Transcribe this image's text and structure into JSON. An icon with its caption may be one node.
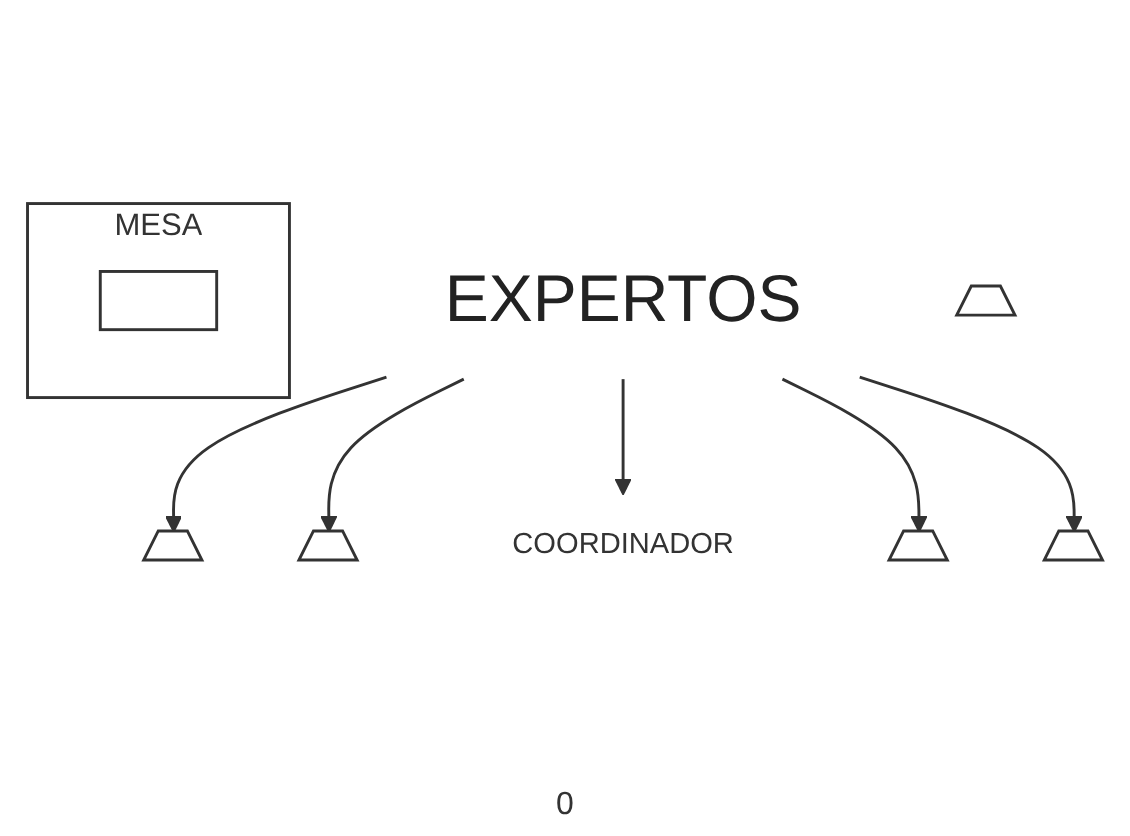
{
  "diagram": {
    "nodes": [
      {
        "text": [
          "EXPERTOS"
        ]
      },
      {
        "text": [
          "COORDINADOR"
        ]
      },
      {
        "text": [],
        "shape": "trapezoid"
      },
      {
        "text": [],
        "shape": "trapezoid"
      },
      {
        "text": [],
        "shape": "trapezoid"
      },
      {
        "text": [],
        "shape": "trapezoid"
      },
      {
        "text": [],
        "shape": "trapezoid"
      },
      {
        "text": [
          "MESA"
        ]
      },
      {
        "text": [],
        "shape": "box",
        "in": 7
      }
    ],
    "edges": [
      {
        "from": 0,
        "to": 2,
        "arrow": "to"
      },
      {
        "from": 0,
        "to": 3,
        "arrow": "to"
      },
      {
        "from": 0,
        "to": 1,
        "arrow": "to"
      },
      {
        "from": 0,
        "to": 5,
        "arrow": "to"
      },
      {
        "from": 0,
        "to": 6,
        "arrow": "to"
      }
    ],
    "labels": [
      "0"
    ]
  }
}
